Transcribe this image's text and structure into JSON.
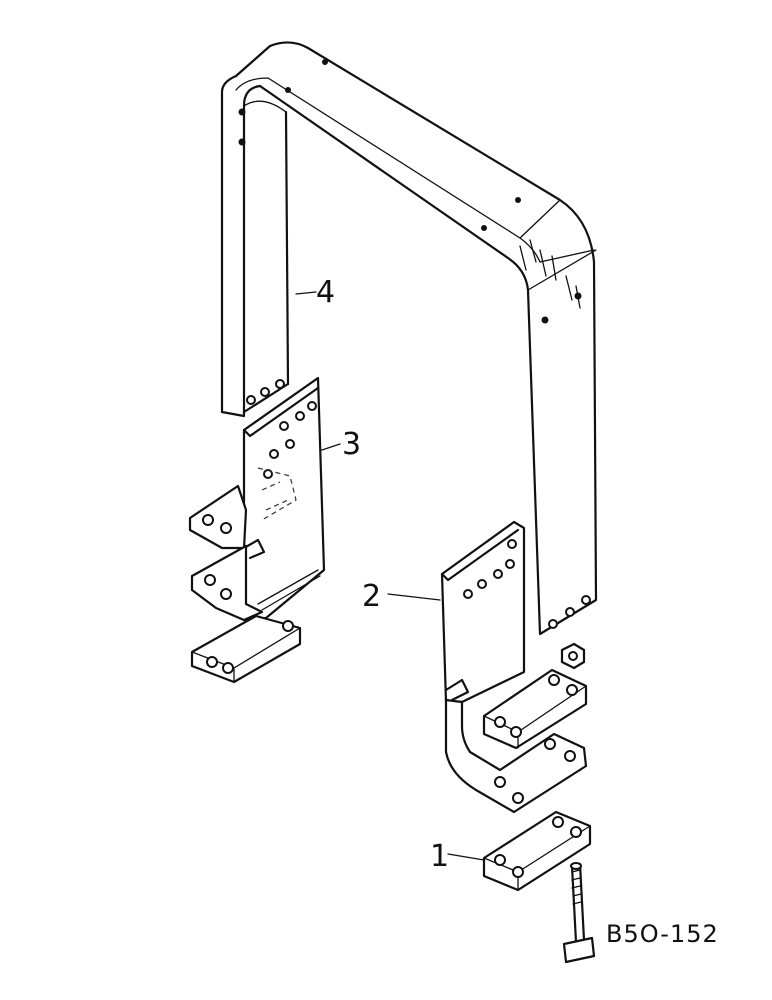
{
  "diagram": {
    "callouts": [
      {
        "label": "1"
      },
      {
        "label": "2"
      },
      {
        "label": "3"
      },
      {
        "label": "4"
      }
    ],
    "reference_code": "B5O-152"
  }
}
